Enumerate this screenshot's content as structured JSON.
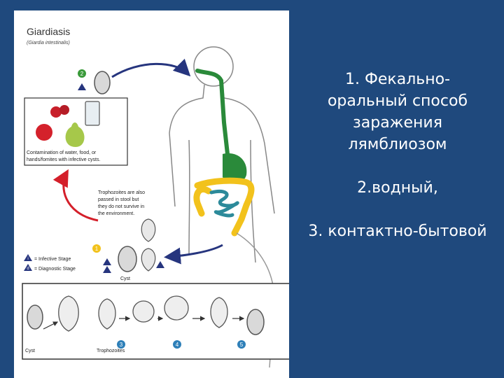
{
  "diagram": {
    "title": "Giardiasis",
    "subtitle": "(Giardia intestinalis)",
    "contamination_caption": [
      "Contamination of water, food, or",
      "hands/fomites with infective cysts."
    ],
    "trophozoite_note": [
      "Trophozoites are also",
      "passed in stool but",
      "they do not survive in",
      "the environment."
    ],
    "legend": {
      "infective_symbol": "i",
      "infective_label": "= Infective Stage",
      "diagnostic_symbol": "d",
      "diagnostic_label": "= Diagnostic Stage"
    },
    "stage_markers": {
      "one": "1",
      "two": "2",
      "three": "3",
      "four": "4",
      "five": "5"
    },
    "labels": {
      "cyst": "Cyst",
      "cyst_bottom": "Cyst",
      "trophozoites": "Trophozoites"
    },
    "colors": {
      "arrow_blue": "#26357e",
      "arrow_red": "#d41f2a",
      "gut_green": "#2a8a3a",
      "colon_yellow": "#f2c21c",
      "small_intestine_teal": "#2c8a9a",
      "slide_bg": "#1f497d"
    }
  },
  "text": {
    "line1": "1. Фекально-",
    "line2": "оральный способ",
    "line3": "заражения",
    "line4": "лямблиозом",
    "line5": "2.водный,",
    "line6": "3. контактно-бытовой"
  }
}
